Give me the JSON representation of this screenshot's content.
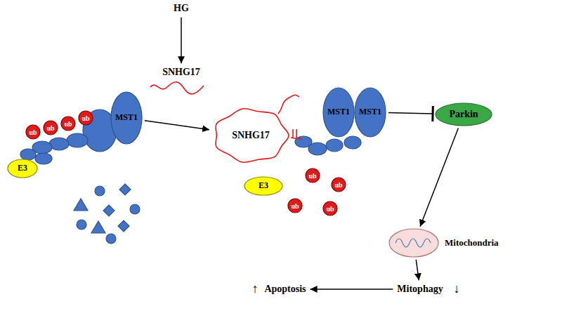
{
  "diagram": {
    "nodes": [
      {
        "text": [
          "HG"
        ]
      },
      {
        "text": [
          "SNHG17"
        ]
      },
      {
        "text": [
          "MST1"
        ]
      },
      {
        "text": [
          "E3"
        ]
      },
      {
        "text": [
          "ub"
        ]
      },
      {
        "text": [
          "ub"
        ]
      },
      {
        "text": [
          "ub"
        ]
      },
      {
        "text": [
          "ub"
        ]
      },
      {
        "text": [
          "SNHG17"
        ]
      },
      {
        "text": [
          "MST1"
        ]
      },
      {
        "text": [
          "MST1"
        ]
      },
      {
        "text": [
          "E3"
        ]
      },
      {
        "text": [
          "ub"
        ]
      },
      {
        "text": [
          "ub"
        ]
      },
      {
        "text": [
          "ub"
        ]
      },
      {
        "text": [
          "ub"
        ]
      },
      {
        "text": [
          "Parkin"
        ]
      },
      {
        "text": [
          "Mitochondria"
        ]
      },
      {
        "text": [
          "Mitophagy"
        ]
      },
      {
        "text": [
          "Apoptosis"
        ]
      }
    ],
    "edges": [
      {
        "from": 0,
        "to": 1,
        "arrow": "to"
      },
      {
        "from": 2,
        "to": 8,
        "arrow": "to"
      },
      {
        "from": 10,
        "to": 16,
        "arrow": "to"
      },
      {
        "from": 16,
        "to": 17,
        "arrow": "to"
      },
      {
        "from": 17,
        "to": 18,
        "arrow": "to"
      },
      {
        "from": 18,
        "to": 19,
        "arrow": "to"
      }
    ],
    "labels": [
      "↑",
      "↓"
    ]
  }
}
